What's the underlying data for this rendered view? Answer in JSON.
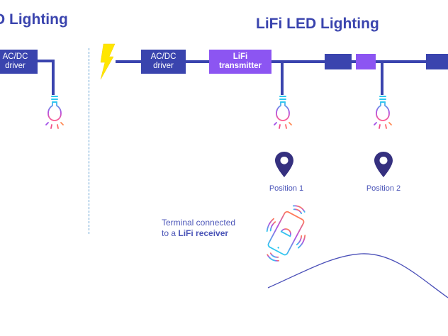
{
  "left_panel": {
    "title": "D Lighting",
    "driver_label_line1": "AC/DC",
    "driver_label_line2": "driver"
  },
  "right_panel": {
    "title": "LiFi LED Lighting",
    "driver_label_line1": "AC/DC",
    "driver_label_line2": "driver",
    "transmitter_label_line1": "LiFi",
    "transmitter_label_line2": "transmitter",
    "positions": [
      {
        "label": "Position 1"
      },
      {
        "label": "Position 2"
      }
    ],
    "terminal_text_line1": "Terminal connected",
    "terminal_text_prefix": "to a ",
    "terminal_text_bold": "LiFi receiver"
  },
  "icons": {
    "power": "lightning-bolt",
    "bulb": "light-bulb",
    "pin": "location-pin",
    "phone": "smartphone-with-signal"
  },
  "colors": {
    "primary": "#3a44ae",
    "accent": "#8c55f2",
    "bolt": "#ffe600",
    "divider": "#5a9bd0",
    "pin": "#35307f"
  }
}
